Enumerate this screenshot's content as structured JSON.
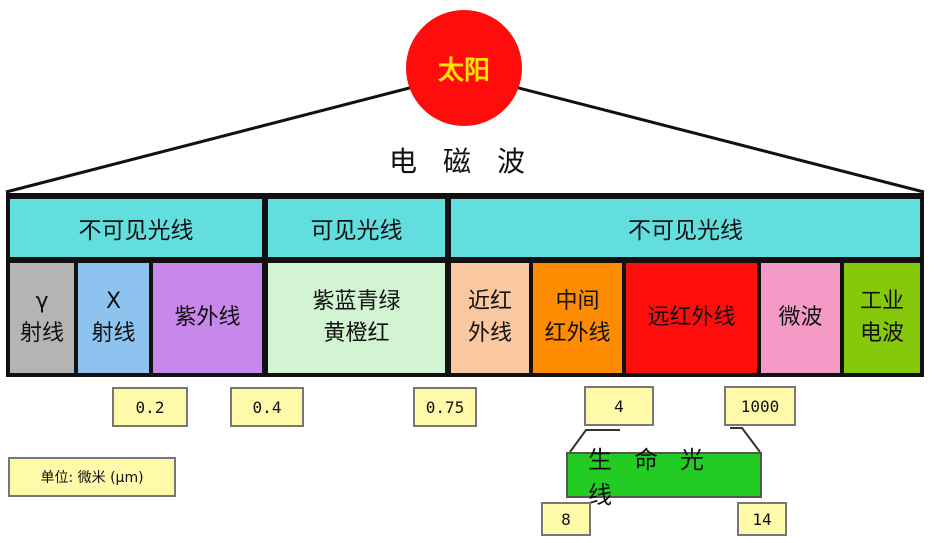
{
  "sun_label": "太阳",
  "em_wave_label": "电磁波",
  "categories": [
    {
      "label": "不可见光线",
      "color": "#62dede"
    },
    {
      "label": "可见光线",
      "color": "#62dede"
    },
    {
      "label": "不可见光线",
      "color": "#62dede"
    }
  ],
  "bands": [
    {
      "label": "γ\n射线",
      "color": "#b4b4b4"
    },
    {
      "label": "X\n射线",
      "color": "#8fc3ef"
    },
    {
      "label": "紫外线",
      "color": "#c887ea"
    },
    {
      "label": "紫蓝青绿\n黄橙红",
      "color": "#d2f4d2"
    },
    {
      "label": "近红\n外线",
      "color": "#f9c7a0"
    },
    {
      "label": "中间\n红外线",
      "color": "#ff8b00"
    },
    {
      "label": "远红外线",
      "color": "#ff0d0d"
    },
    {
      "label": "微波",
      "color": "#f59ac6"
    },
    {
      "label": "工业\n电波",
      "color": "#86c80a"
    }
  ],
  "wavelength_ticks": [
    "0.2",
    "0.4",
    "0.75",
    "4",
    "1000"
  ],
  "unit_label": "单位: 微米 (μm)",
  "life_light": {
    "label": "生命光线",
    "range_start": "8",
    "range_end": "14"
  }
}
